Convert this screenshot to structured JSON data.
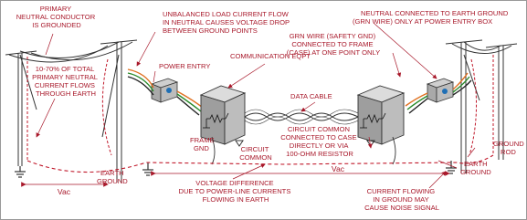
{
  "labels": {
    "primary_neutral": [
      "PRIMARY",
      "NEUTRAL CONDUCTOR",
      "IS GROUNDED"
    ],
    "unbalanced_load": [
      "UNBALANCED LOAD CURRENT FLOW",
      "IN NEUTRAL CAUSES VOLTAGE DROP",
      "BETWEEN GROUND POINTS"
    ],
    "neutral_connected": [
      "NEUTRAL CONNECTED TO EARTH GROUND",
      "(GRN WIRE) ONLY AT POWER ENTRY BOX"
    ],
    "grn_wire": [
      "GRN WIRE (SAFETY GND)",
      "CONNECTED TO FRAME",
      "(CASE) AT ONE POINT ONLY"
    ],
    "percent_current": [
      "10-70% OF TOTAL",
      "PRIMARY NEUTRAL",
      "CURRENT FLOWS",
      "THROUGH EARTH"
    ],
    "power_entry": "POWER ENTRY",
    "communication_eqpt": "COMMUNICATION EQPT",
    "data_cable": "DATA CABLE",
    "frame_gnd": [
      "FRAME",
      "GND"
    ],
    "circuit_common": [
      "CIRCUIT",
      "COMMON"
    ],
    "circuit_common_case": [
      "CIRCUIT COMMON",
      "CONNECTED TO CASE",
      "DIRECTLY OR VIA",
      "100-OHM RESISTOR"
    ],
    "vac_left": "Vac",
    "vac_right": "Vac",
    "earth_ground_left": [
      "EARTH",
      "GROUND"
    ],
    "earth_ground_right": [
      "EARTH",
      "GROUND"
    ],
    "ground_rod": [
      "GROUND",
      "ROD"
    ],
    "voltage_difference": [
      "VOLTAGE DIFFERENCE",
      "DUE TO POWER-LINE CURRENTS",
      "FLOWING IN EARTH"
    ],
    "current_flowing": [
      "CURRENT FLOWING",
      "IN GROUND MAY",
      "CAUSE NOISE SIGNAL"
    ]
  },
  "colors": {
    "label_red": "#a8182a",
    "line_black": "#222222",
    "box_gray": "#8a8a8a",
    "ground_dash": "#c0182a"
  }
}
